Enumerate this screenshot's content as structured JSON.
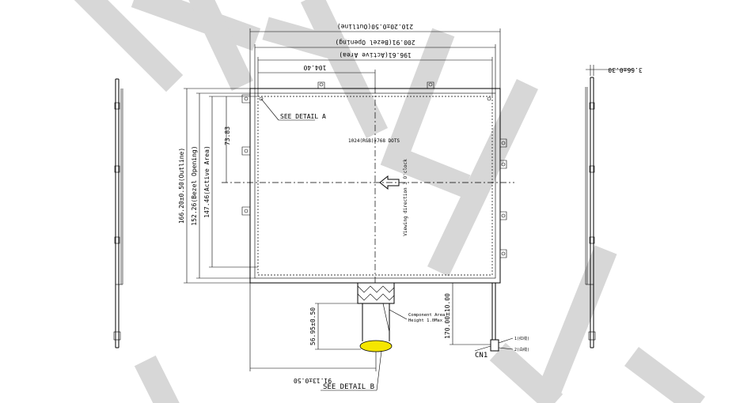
{
  "dimensions": {
    "outline_width": "210.20±0.50(Outline)",
    "bezel_opening_width": "200.91(Bezel Opening)",
    "active_area_width": "196.61(Active Area)",
    "center_offset_x": "104.40",
    "outline_height": "166.20±0.50(Outline)",
    "bezel_opening_height": "152.26(Bezel Opening)",
    "active_area_height": "147.46(Active Area)",
    "center_offset_y": "73.83",
    "fpc_length": "56.95±0.50",
    "cable_length": "170.00±10.00",
    "fpc_offset": "91.13±0.50",
    "thickness": "3.66±0.30"
  },
  "labels": {
    "see_detail_a": "SEE DETAIL A",
    "see_detail_b": "SEE DETAIL B",
    "resolution": "1024(RGB)×768 DOTS",
    "viewing_direction": "Viewing direction 3 O'clock",
    "component_area_line1": "Component Area",
    "component_area_line2": "Height 1.0Max",
    "connector": "CN1",
    "wire_1": "1(红线)",
    "wire_2": "2(白线)"
  }
}
